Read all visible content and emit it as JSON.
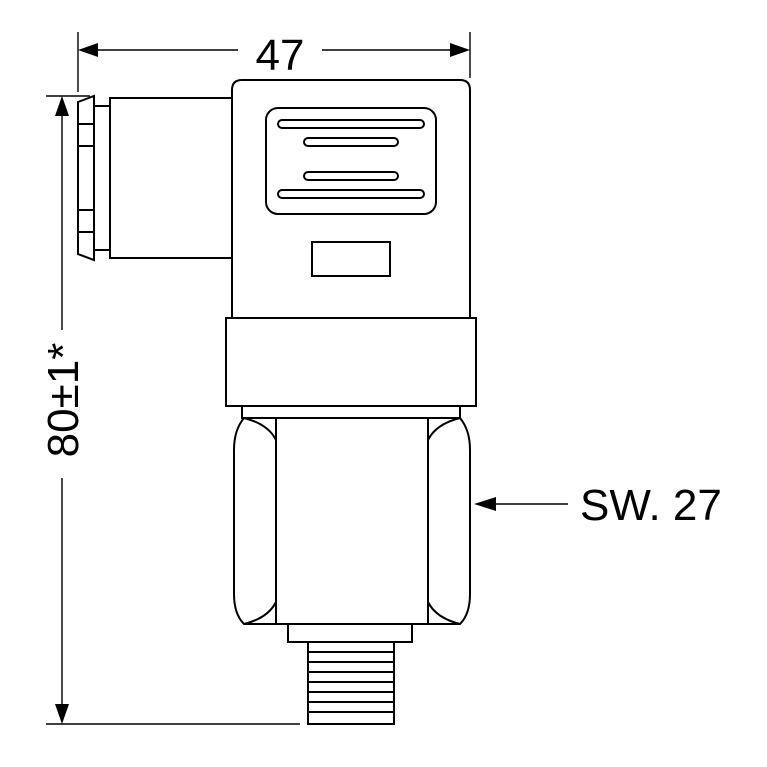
{
  "dimensions": {
    "width_label": "47",
    "height_label": "80±1*",
    "wrench_label": "SW. 27"
  }
}
